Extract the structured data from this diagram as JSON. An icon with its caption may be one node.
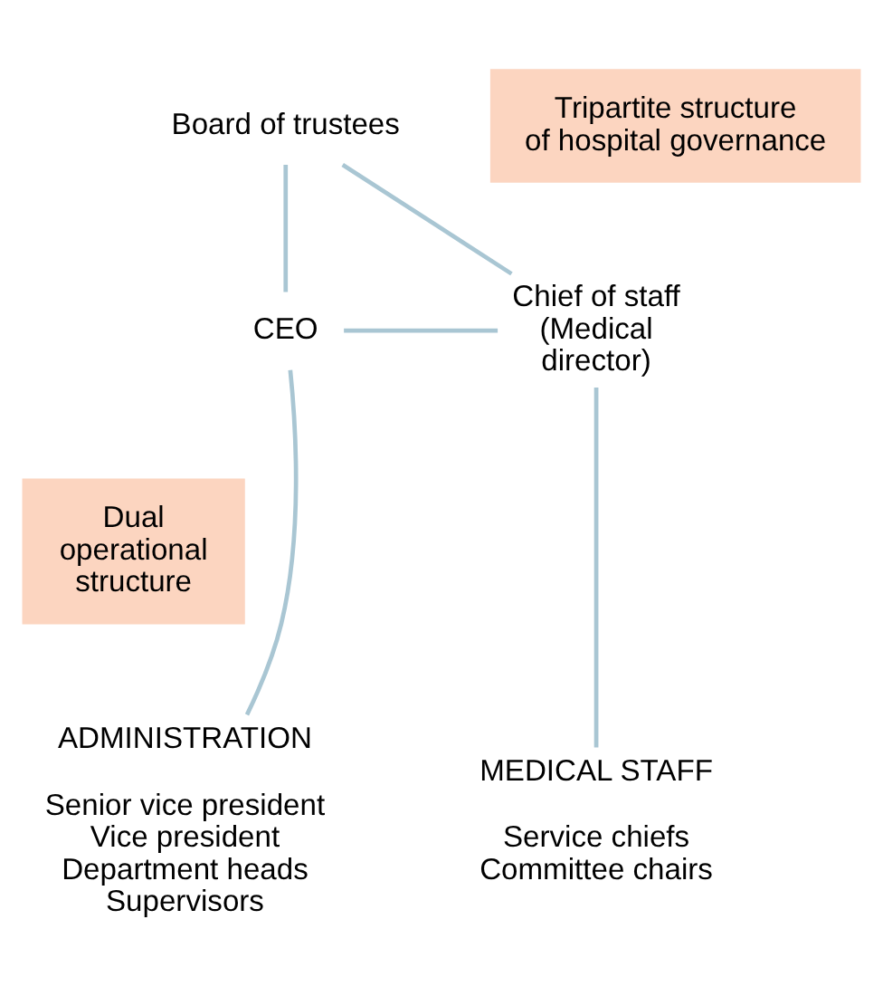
{
  "diagram": {
    "nodes": [
      {
        "text": [
          "Board of trustees"
        ]
      },
      {
        "text": [
          "Tripartite structure of hospital governance"
        ]
      },
      {
        "text": [
          "CEO"
        ]
      },
      {
        "text": [
          "Chief of staff (Medical director)"
        ]
      },
      {
        "text": [
          "Dual operational structure"
        ]
      },
      {
        "text": [
          "ADMINISTRATION"
        ],
        "beside": [
          "Senior vice president",
          "Vice president",
          "Department heads",
          "Supervisors"
        ]
      },
      {
        "text": [
          "MEDICAL STAFF"
        ],
        "beside": [
          "Service chiefs",
          "Committee chairs"
        ]
      }
    ],
    "edges": [
      {
        "from": 0,
        "to": 2,
        "arrow": "none",
        "color": "#a9c6d3"
      },
      {
        "from": 0,
        "to": 3,
        "arrow": "none",
        "color": "#a9c6d3"
      },
      {
        "from": 2,
        "to": 3,
        "arrow": "none",
        "color": "#a9c6d3"
      },
      {
        "from": 2,
        "to": 5,
        "arrow": "none",
        "color": "#a9c6d3"
      },
      {
        "from": 3,
        "to": 6,
        "arrow": "none",
        "color": "#a9c6d3"
      }
    ]
  }
}
